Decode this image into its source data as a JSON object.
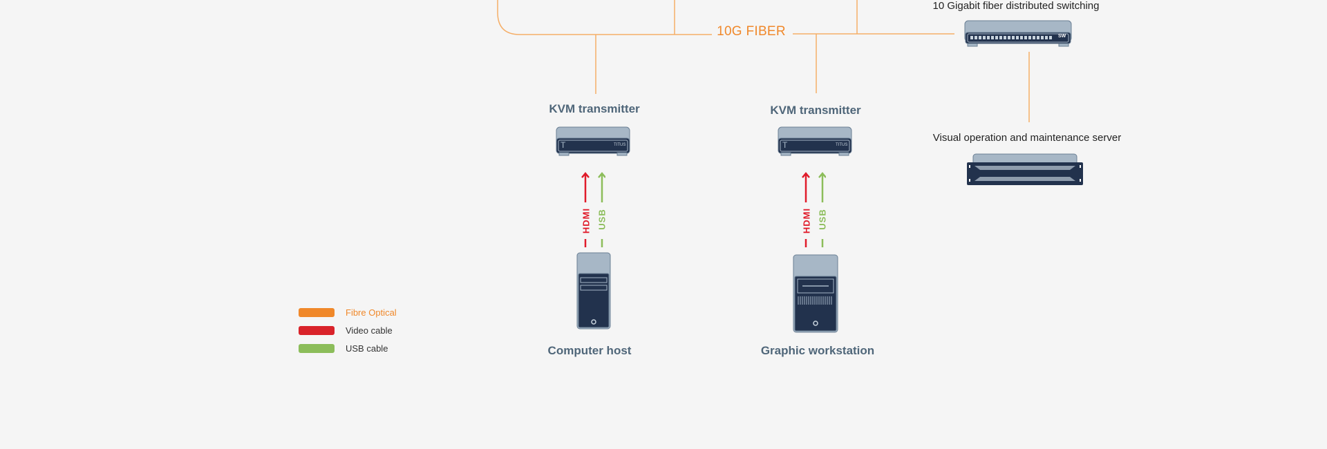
{
  "backbone": {
    "label": "10G FIBER"
  },
  "switch": {
    "label": "10 Gigabit fiber distributed switching",
    "badge": "SW"
  },
  "server": {
    "label": "Visual operation and maintenance server"
  },
  "transmitters": [
    {
      "label": "KVM transmitter",
      "letter": "T",
      "brand": "TITUS"
    },
    {
      "label": "KVM transmitter",
      "letter": "T",
      "brand": "TITUS"
    }
  ],
  "hosts": [
    {
      "label": "Computer host"
    },
    {
      "label": "Graphic workstation"
    }
  ],
  "cables": {
    "video": "HDMI",
    "usb": "USB"
  },
  "legend": [
    {
      "label": "Fibre Optical",
      "color": "#f0882a",
      "text_color": "#f0882a"
    },
    {
      "label": "Video cable",
      "color": "#d9232a",
      "text_color": "#333333"
    },
    {
      "label": "USB cable",
      "color": "#8cbd5a",
      "text_color": "#333333"
    }
  ],
  "colors": {
    "fiber": "#f5ae67",
    "video": "#e01b2a",
    "usb": "#8cbd5a",
    "device_dark": "#22324d",
    "device_light": "#a7b7c6"
  }
}
